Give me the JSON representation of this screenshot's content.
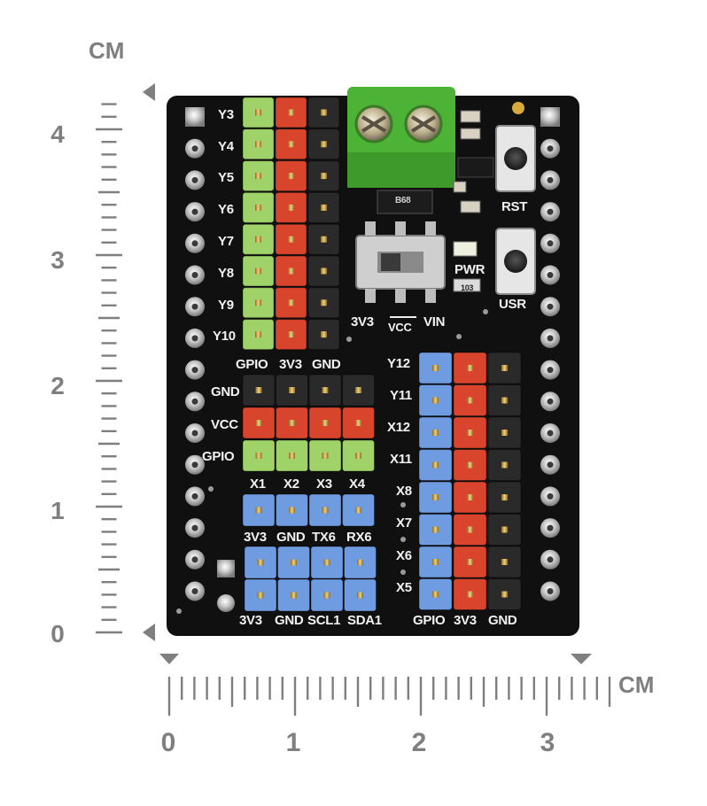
{
  "ruler": {
    "unit_vertical": "CM",
    "unit_horizontal": "CM",
    "vertical_numbers": [
      "4",
      "3",
      "2",
      "1",
      "0"
    ],
    "horizontal_numbers": [
      "0",
      "1",
      "2",
      "3"
    ]
  },
  "board": {
    "left_header_labels": [
      "Y3",
      "Y4",
      "Y5",
      "Y6",
      "Y7",
      "Y8",
      "Y9",
      "Y10"
    ],
    "left_header_columns": [
      "GPIO",
      "3V3",
      "GND"
    ],
    "mid_row_labels": [
      "GND",
      "VCC",
      "GPIO"
    ],
    "x_labels": [
      "X1",
      "X2",
      "X3",
      "X4"
    ],
    "uart_labels": [
      "3V3",
      "GND",
      "TX6",
      "RX6"
    ],
    "i2c_labels": [
      "3V3",
      "GND",
      "SCL1",
      "SDA1"
    ],
    "right_header_labels": [
      "Y12",
      "Y11",
      "X12",
      "X11",
      "X8",
      "X7",
      "X6",
      "X5"
    ],
    "right_header_columns": [
      "GPIO",
      "3V3",
      "GND"
    ],
    "switch_labels": [
      "3V3",
      "VCC",
      "VIN"
    ],
    "button_labels": [
      "RST",
      "USR"
    ],
    "led_label": "PWR",
    "chip_marking": "B68",
    "resistor_marking": "103"
  },
  "colors": {
    "board": "#101010",
    "header_green": "#9fd36a",
    "header_red": "#d9442c",
    "header_black": "#2a2a2a",
    "header_blue": "#6f9be0",
    "terminal_green": "#4cb336",
    "ruler_gray": "#7f7f7f"
  }
}
